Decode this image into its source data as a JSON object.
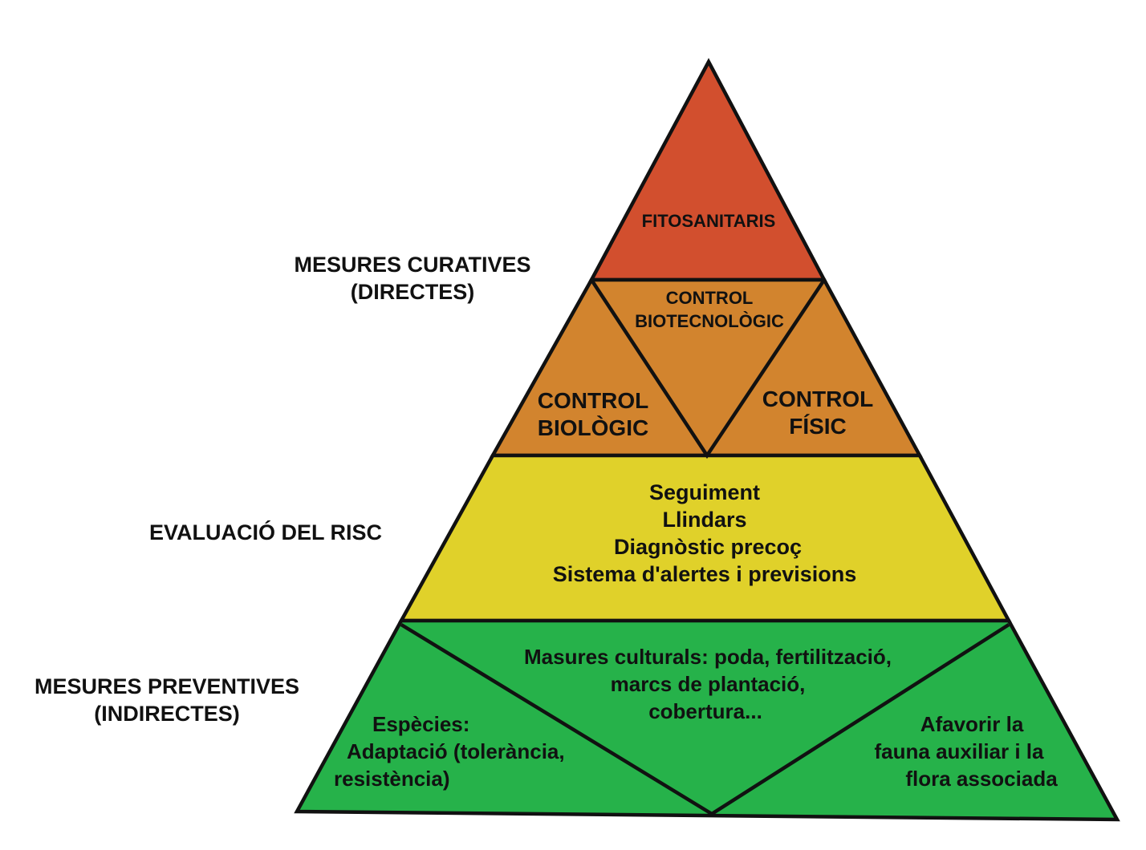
{
  "colors": {
    "top": "#d24f2e",
    "orange": "#d2842e",
    "yellow": "#e0d12a",
    "green": "#26b24a",
    "stroke": "#111111"
  },
  "side_labels": {
    "curatives": [
      "MESURES CURATIVES",
      "(DIRECTES)"
    ],
    "risc": [
      "EVALUACIÓ DEL RISC"
    ],
    "preventives": [
      "MESURES PREVENTIVES",
      "(INDIRECTES)"
    ]
  },
  "tiers": {
    "top": {
      "label": "FITOSANITARIS"
    },
    "orange": {
      "biotecnologic": [
        "CONTROL",
        "BIOTECNOLÒGIC"
      ],
      "biologic": [
        "CONTROL",
        "BIOLÒGIC"
      ],
      "fisic": [
        "CONTROL",
        "FÍSIC"
      ]
    },
    "yellow": {
      "lines": [
        "Seguiment",
        "Llindars",
        "Diagnòstic precoç",
        "Sistema d'alertes i previsions"
      ]
    },
    "green": {
      "culturals": [
        "Masures culturals: poda, fertilització,",
        "marcs de plantació,",
        "cobertura..."
      ],
      "especies": [
        "Espècies:",
        "Adaptació (tolerància,",
        "resistència)"
      ],
      "fauna": [
        "Afavorir la",
        "fauna auxiliar i la",
        "flora associada"
      ]
    }
  }
}
